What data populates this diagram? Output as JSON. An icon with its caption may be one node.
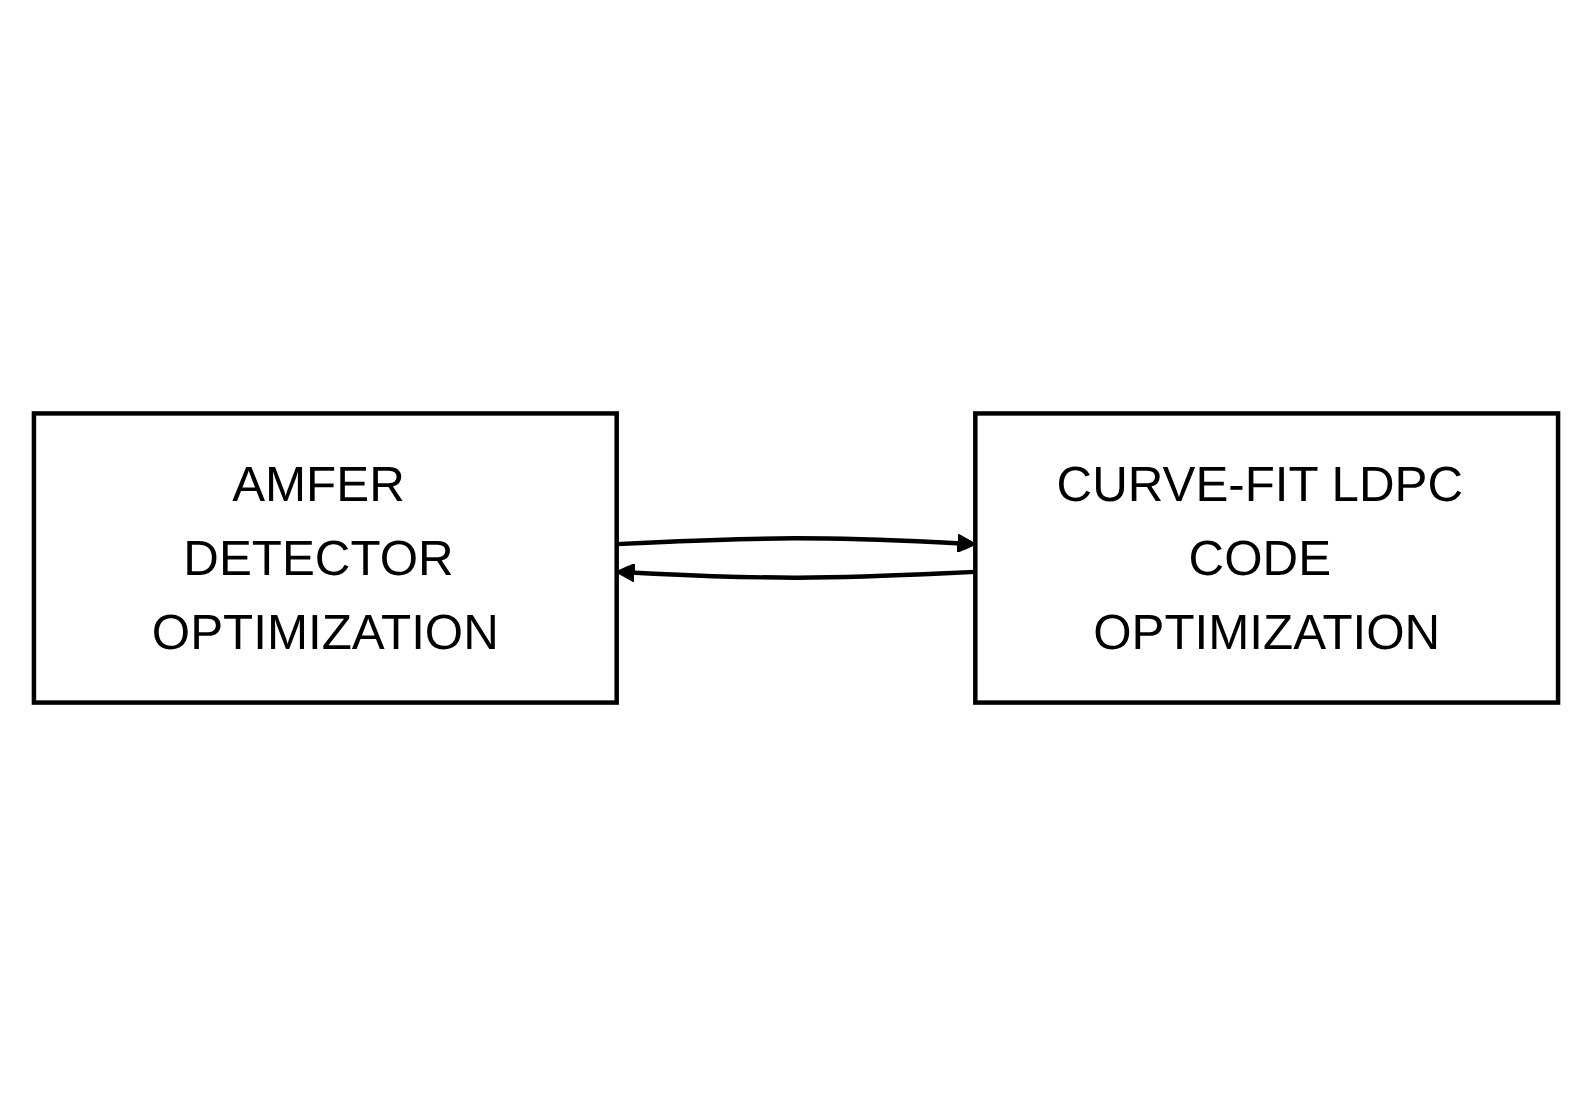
{
  "diagram": {
    "nodes": [
      {
        "text": [
          "AMFER DETECTOR OPTIMIZATION"
        ]
      },
      {
        "text": [
          "CURVE-FIT LDPC CODE OPTIMIZATION"
        ]
      }
    ],
    "edges": [
      {
        "from": 0,
        "to": 1,
        "arrow": "to"
      },
      {
        "from": 1,
        "to": 0,
        "arrow": "to"
      }
    ]
  }
}
